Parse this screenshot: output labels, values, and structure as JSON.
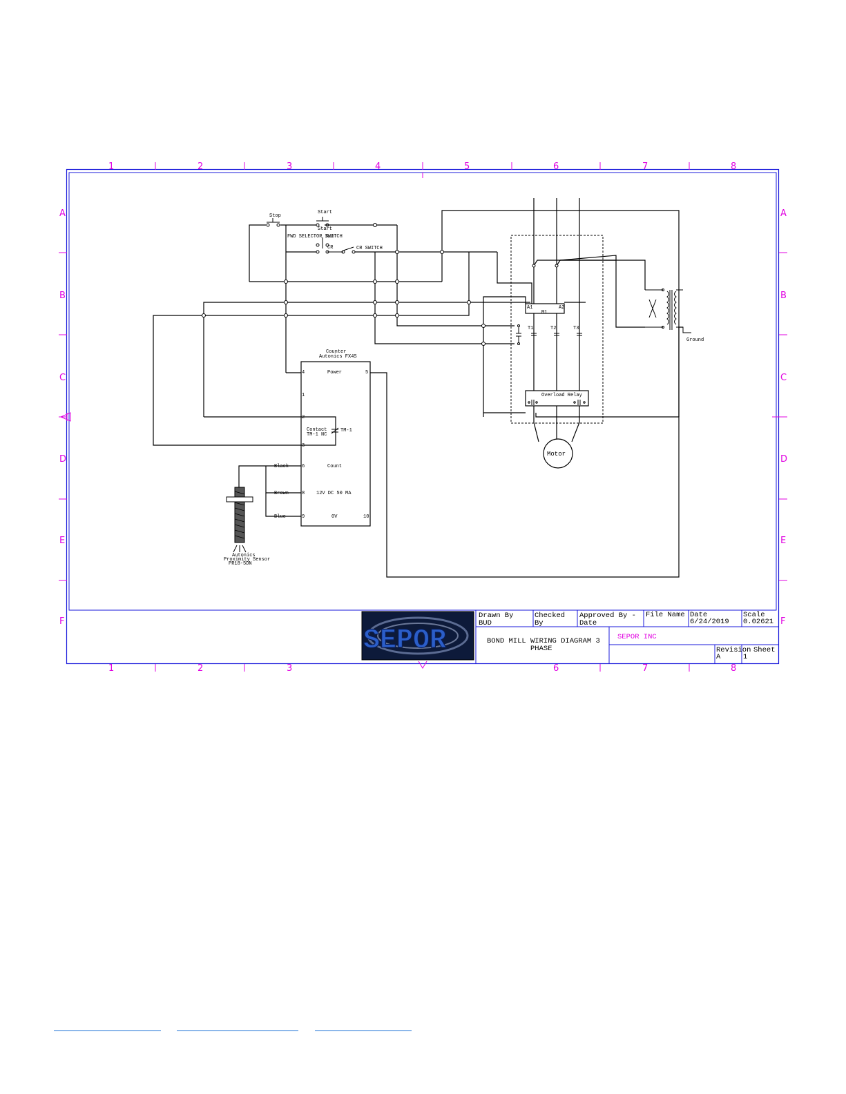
{
  "grid": {
    "columns": [
      "1",
      "2",
      "3",
      "4",
      "5",
      "6",
      "7",
      "8"
    ],
    "bottom_columns": [
      "1",
      "2",
      "3",
      "6",
      "7",
      "8"
    ],
    "rows": [
      "A",
      "B",
      "C",
      "D",
      "E",
      "F"
    ]
  },
  "colors": {
    "frame": "#1a1adb",
    "grid_labels": "#e100e1",
    "wire": "#000000",
    "company": "#e100e1"
  },
  "diagram": {
    "stop_label": "Stop",
    "start_label": "Start",
    "start2_label": "Start",
    "selector_label": "FWD SELECTOR SWITCH",
    "run_label": "Run",
    "cr_label": "CR",
    "cr_switch_label": "CR SWITCH",
    "counter_title": "Counter",
    "counter_model": "Autonics FX4S",
    "power_label": "Power",
    "pin4": "4",
    "pin5": "5",
    "pin1": "1",
    "pin2": "2",
    "pin3": "3",
    "pin6": "6",
    "pin8": "8",
    "pin9": "9",
    "pin10": "10",
    "contact_label": "Contact",
    "contact_type": "TM-1 NC",
    "tm1_label": "TM-1",
    "count_label": "Count",
    "supply_label": "12V DC 50 MA",
    "ov_label": "0V",
    "black_label": "Black",
    "brown_label": "Brown",
    "blue_label": "Blue",
    "sensor_brand": "Autonics",
    "sensor_type": "Proximity Sensor",
    "sensor_model": "PR18-5DN",
    "a1_label": "A1",
    "a2_label": "A2",
    "m1_label": "M1",
    "t1_label": "T1",
    "t2_label": "T2",
    "t3_label": "T3",
    "overload_label": "Overload Relay",
    "motor_label": "Motor",
    "ground_label": "Ground"
  },
  "title_block": {
    "logo_text": "SEPOR",
    "drawn_by_label": "Drawn By",
    "drawn_by": "BUD",
    "checked_by_label": "Checked By",
    "approved_label": "Approved By - Date",
    "file_name_label": "File Name",
    "date_label": "Date",
    "date": "6/24/2019",
    "scale_label": "Scale",
    "scale": "0.02621",
    "drawing_title_1": "BOND MILL WIRING DIAGRAM 3",
    "drawing_title_2": "PHASE",
    "company": "SEPOR INC",
    "revision_label": "Revision",
    "revision": "A",
    "sheet_label": "Sheet",
    "sheet": "1"
  }
}
